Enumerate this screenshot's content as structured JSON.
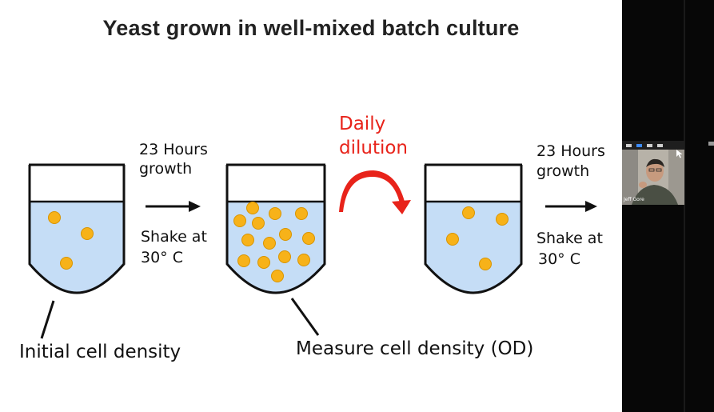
{
  "slide": {
    "title": "Yeast grown in well-mixed batch culture",
    "growth_step_1": {
      "hours": "23 Hours",
      "growth": "growth",
      "shake": "Shake at",
      "temp": "30°   C"
    },
    "dilution": {
      "line1": "Daily",
      "line2": "dilution"
    },
    "growth_step_2": {
      "hours": "23 Hours",
      "growth": "growth",
      "shake": "Shake at",
      "temp": "30°   C"
    },
    "label_initial": "Initial cell density",
    "label_measure": "Measure cell density (OD)",
    "flasks": [
      {
        "name": "flask-initial",
        "cell_count": 3
      },
      {
        "name": "flask-grown",
        "cell_count": 14
      },
      {
        "name": "flask-diluted",
        "cell_count": 4
      }
    ]
  },
  "video": {
    "participant_name": "Jeff Gore"
  },
  "colors": {
    "liquid": "#c5ddf6",
    "cell": "#f7b219",
    "dilution_accent": "#e8231a",
    "outline": "#111111"
  },
  "icons": [
    "arrow-right-icon",
    "curved-arrow-icon",
    "cursor-icon"
  ]
}
